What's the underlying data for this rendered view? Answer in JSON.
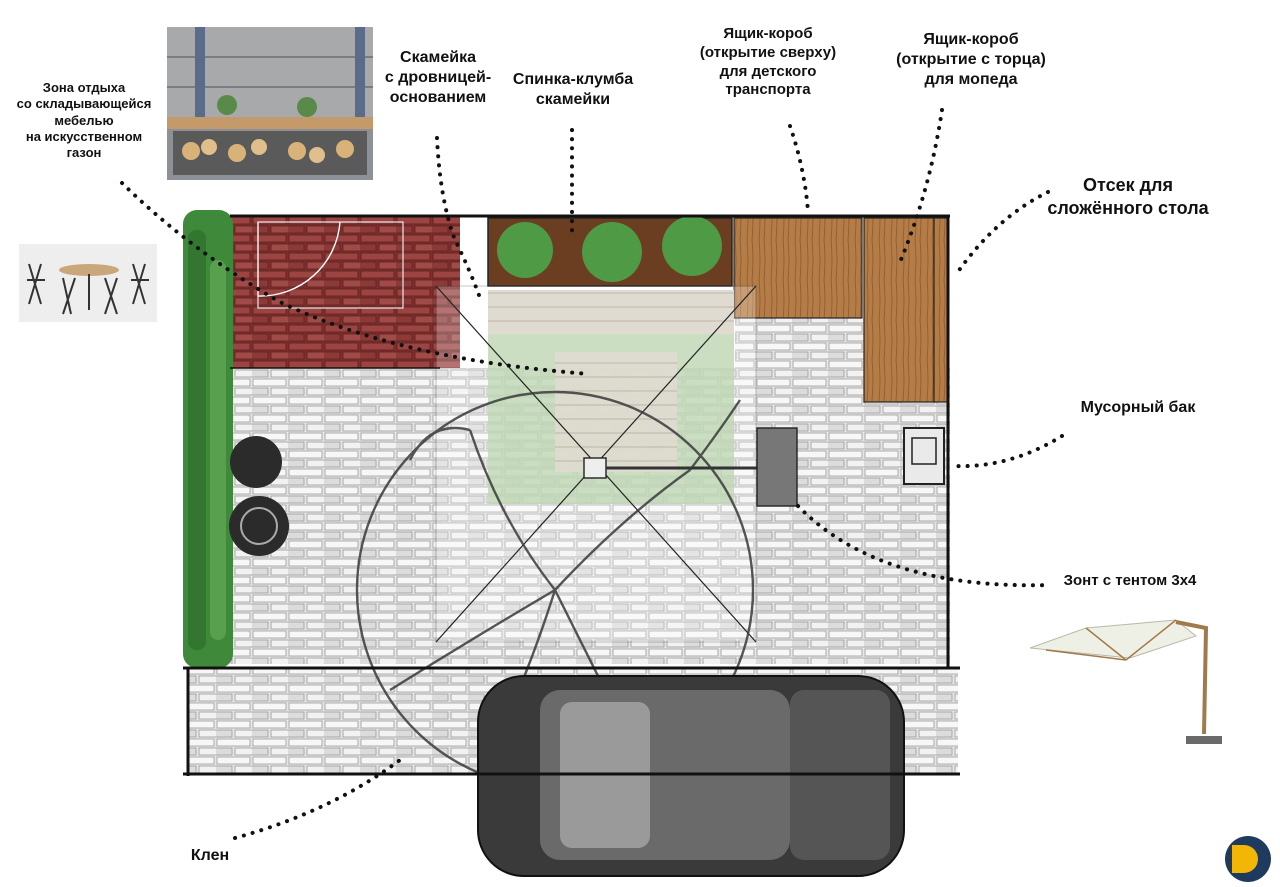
{
  "labels": {
    "rest_zone": [
      "Зона отдыха",
      "со складывающейся",
      "мебелью",
      "на искусственном",
      "газон"
    ],
    "bench": [
      "Скамейка",
      "с дровницей-",
      "основанием"
    ],
    "bench_back": [
      "Спинка-клумба",
      "скамейки"
    ],
    "box_top": [
      "Ящик-короб",
      "(открытие сверху)",
      "для детского",
      "транспорта"
    ],
    "box_end": [
      "Ящик-короб",
      "(открытие с торца)",
      "для мопеда"
    ],
    "table_compartment": [
      "Отсек для",
      "сложённого стола"
    ],
    "trash_bin": [
      "Мусорный бак"
    ],
    "umbrella": [
      "Зонт с тентом 3х4"
    ],
    "maple": [
      "Клен"
    ]
  },
  "colors": {
    "brick_red": "#8e3a38",
    "paving_gray": "#d9d9d9",
    "wood": "#b07a45",
    "hedge_green": "#3f8a3a",
    "lawn": "#a9c99a",
    "car_dark": "#3a3a3a",
    "accent_yellow": "#f2b705",
    "accent_blue": "#1f3a5f"
  },
  "icons": [
    "firewood-bench-photo",
    "folding-furniture-photo",
    "cantilever-umbrella-photo",
    "logo-icon"
  ]
}
